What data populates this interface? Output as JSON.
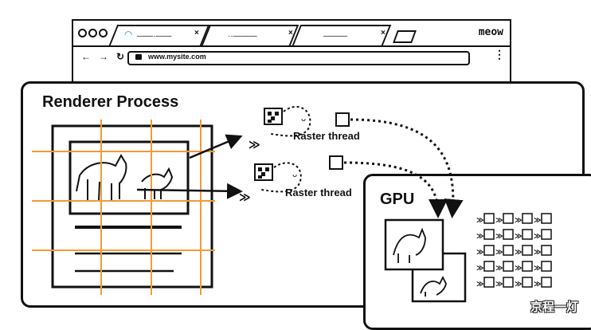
{
  "browser": {
    "brand": "meow",
    "url": "www.mysite.com",
    "tabs": [
      {
        "label": "——·——",
        "close": "×"
      },
      {
        "label": "··———",
        "close": "×"
      },
      {
        "label": "———",
        "close": "×"
      }
    ],
    "nav": {
      "back": "←",
      "forward": "→",
      "reload": "↻",
      "menu": "⋮"
    }
  },
  "renderer": {
    "title": "Renderer Process",
    "raster_threads": [
      {
        "label": "Raster thread"
      },
      {
        "label": "Raster thread"
      }
    ]
  },
  "gpu": {
    "title": "GPU"
  },
  "watermark": "京程一灯",
  "colors": {
    "grid_lines": "#f29b38",
    "ink": "#111111"
  }
}
